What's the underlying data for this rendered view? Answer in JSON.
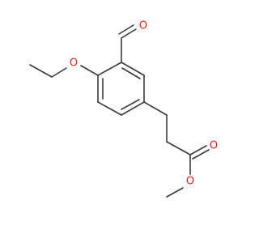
{
  "molecule": {
    "atoms": {
      "aldehyde_oxygen": "O",
      "ether_oxygen": "O",
      "carbonyl_oxygen": "O",
      "ester_oxygen": "O"
    },
    "colors": {
      "bond": "#3a3a3a",
      "oxygen": "#e8231c",
      "background": "#ffffff"
    }
  }
}
